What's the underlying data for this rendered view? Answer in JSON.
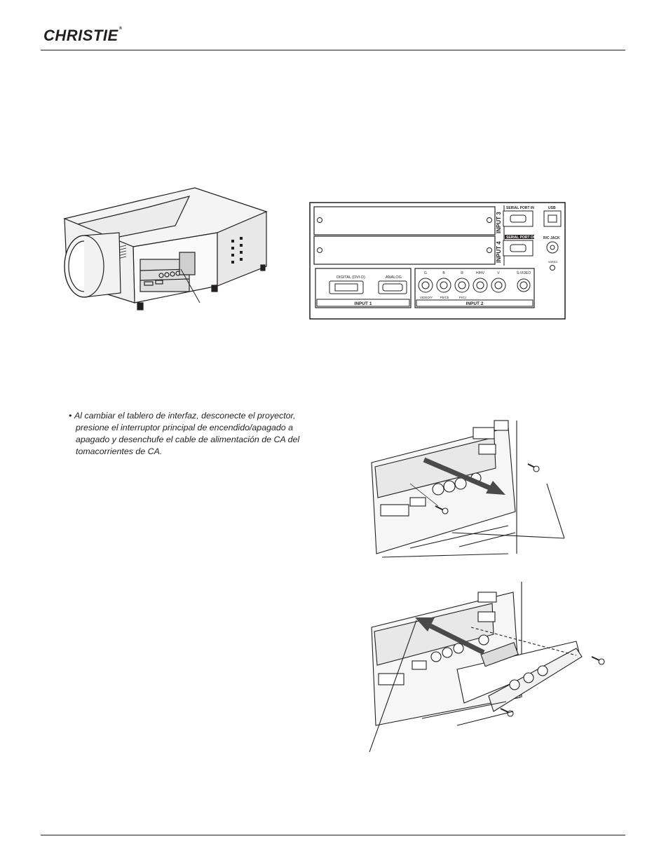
{
  "header": {
    "brand": "CHRISTIE",
    "trademark": "®"
  },
  "note": {
    "bullet": "•",
    "text": "Al cambiar el tablero de interfaz, desconecte el proyector, presione el interruptor principal de encendido/apagado a apagado y desenchufe el cable de alimentación de CA del tomacorrientes de CA."
  },
  "panel": {
    "input3": "INPUT 3",
    "input4": "INPUT 4",
    "serial_in": "SERIAL PORT IN",
    "serial_out": "SERIAL PORT OUT",
    "usb": "USB",
    "rc_jack": "R/C JACK",
    "wired": "WIRED",
    "digital": "DIGITAL (DVI-D)",
    "analog": "ANALOG",
    "g": "G",
    "b": "B",
    "r": "R",
    "hv": "H/HV",
    "v": "V",
    "svideo": "S-VIDEO",
    "video_y": "VIDEO/Y",
    "pb_cb": "Pb/Cb",
    "pr_cr": "Pr/Cr",
    "input1": "INPUT 1",
    "input2": "INPUT 2"
  }
}
